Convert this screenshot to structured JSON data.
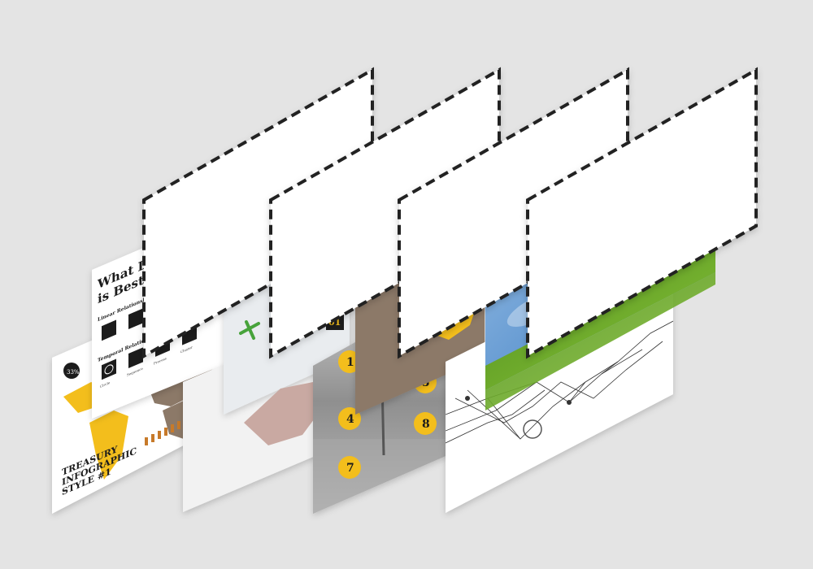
{
  "colors": {
    "background": "#e4e4e4",
    "accent_yellow": "#f3be1c",
    "dark": "#1c1c1c",
    "map_brown": "#8c7968",
    "frame_dash": "#222222",
    "sky_blue": "#5b93cf",
    "grass_green": "#6fae2c"
  },
  "cards": [
    {
      "name": "treasury-infographic-card",
      "map_badge": "33%",
      "title_lines": [
        "TREASURY",
        "INFOGRAPHIC",
        "STYLE #1"
      ]
    },
    {
      "name": "diagram-guide-card",
      "title_lines": [
        "What Di",
        "is Best?"
      ],
      "section_1": "Linear Relationship",
      "section_2": "Temporal Relation",
      "icon_labels": [
        "Circle",
        "Sequence",
        "Process",
        "Cluster"
      ]
    },
    {
      "name": "numbered-photo-card",
      "numbers": [
        "1",
        "4",
        "7",
        "8",
        "5"
      ],
      "badge": "01"
    },
    {
      "name": "sky-network-card"
    }
  ],
  "placeholder_frames": [
    {
      "name": "placeholder-frame-1"
    },
    {
      "name": "placeholder-frame-2"
    },
    {
      "name": "placeholder-frame-3"
    },
    {
      "name": "placeholder-frame-4"
    }
  ]
}
